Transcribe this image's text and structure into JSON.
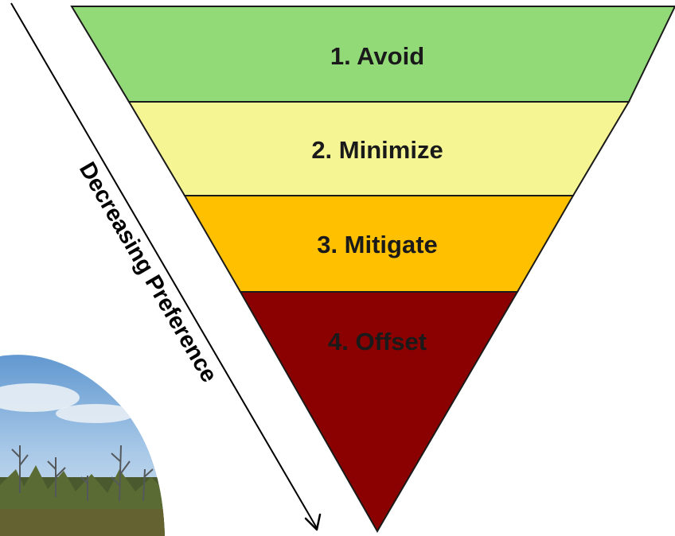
{
  "diagram": {
    "arrow_label": "Decreasing Preference",
    "tiers": [
      {
        "label": "1. Avoid",
        "fill": "#92D978",
        "text_color": "#1a1a1a"
      },
      {
        "label": "2. Minimize",
        "fill": "#F6F594",
        "text_color": "#1a1a1a"
      },
      {
        "label": "3. Mitigate",
        "fill": "#FFC000",
        "text_color": "#1a1a1a"
      },
      {
        "label": "4. Offset",
        "fill": "#8B0000",
        "text_color": "#1a1a1a"
      }
    ]
  },
  "photo": {
    "description_icon": "landscape-photo-icon",
    "sky_color": "#7FB0DE",
    "tree_color": "#3F4A2A"
  }
}
